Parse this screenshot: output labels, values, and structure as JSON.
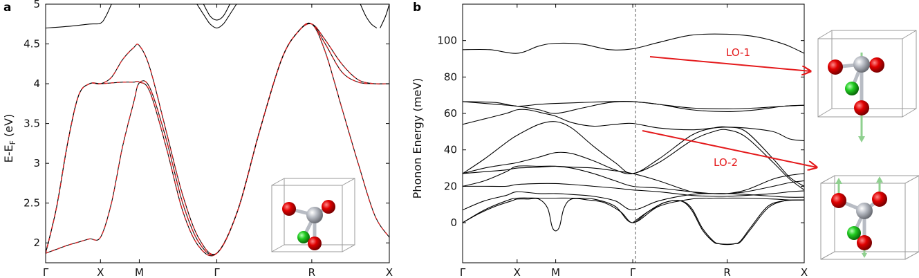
{
  "panel_a": {
    "letter": "a",
    "ylabel_main": "E-E",
    "ylabel_sub": "F",
    "ylabel_unit": " (eV)"
  },
  "panel_b": {
    "letter": "b",
    "ylabel": "Phonon Energy (meV)",
    "annotations": [
      "LO-1",
      "LO-2"
    ]
  },
  "colors": {
    "band": "#000000",
    "fit": "#d62728",
    "arrow": "#e41a1c",
    "red_atom": "#dd0000",
    "green_atom": "#22cc22",
    "grey_atom": "#b8bcc4"
  },
  "chart_data": [
    {
      "type": "line",
      "title": "",
      "xlabel": "",
      "ylabel": "E-E_F (eV)",
      "x_ticks": [
        "Γ",
        "X",
        "M",
        "Γ",
        "R",
        "X"
      ],
      "x_positions": [
        0,
        0.5,
        0.854,
        1.561,
        2.427,
        3.134
      ],
      "ylim": [
        1.75,
        5
      ],
      "y_ticks": [
        "5",
        "4.5",
        "4",
        "3.5",
        "3",
        "2.5",
        "2"
      ],
      "y_tick_values": [
        5,
        4.5,
        4,
        3.5,
        3,
        2.5,
        2
      ],
      "grid": false,
      "series": [
        {
          "style": "band+fit",
          "x": [
            0,
            0.1,
            0.2,
            0.3,
            0.4,
            0.5,
            0.6,
            0.7,
            0.8,
            0.854,
            0.95,
            1.1,
            1.25,
            1.4,
            1.561,
            1.75,
            1.95,
            2.15,
            2.3,
            2.427,
            2.55,
            2.7,
            2.85,
            3.0,
            3.134
          ],
          "y": [
            1.87,
            2.45,
            3.25,
            3.85,
            4.0,
            4.0,
            4.01,
            4.02,
            4.02,
            4.02,
            3.9,
            3.2,
            2.4,
            1.95,
            1.87,
            2.4,
            3.4,
            4.3,
            4.65,
            4.75,
            4.5,
            4.15,
            4.02,
            4.0,
            4.0
          ]
        },
        {
          "style": "band+fit",
          "x": [
            0,
            0.1,
            0.2,
            0.3,
            0.4,
            0.5,
            0.6,
            0.7,
            0.8,
            0.854,
            0.95,
            1.1,
            1.25,
            1.4,
            1.561,
            1.75,
            1.95,
            2.15,
            2.3,
            2.427,
            2.55,
            2.7,
            2.85,
            3.0,
            3.134
          ],
          "y": [
            1.87,
            2.45,
            3.25,
            3.85,
            4.0,
            4.0,
            4.08,
            4.3,
            4.45,
            4.48,
            4.2,
            3.4,
            2.6,
            2.05,
            1.87,
            2.4,
            3.4,
            4.3,
            4.65,
            4.75,
            4.55,
            4.25,
            4.05,
            4.0,
            4.0
          ]
        },
        {
          "style": "band+fit",
          "x": [
            0,
            0.1,
            0.2,
            0.3,
            0.4,
            0.5,
            0.6,
            0.7,
            0.8,
            0.854,
            0.95,
            1.1,
            1.25,
            1.4,
            1.561,
            1.75,
            1.95,
            2.15,
            2.3,
            2.427,
            2.55,
            2.7,
            2.85,
            3.0,
            3.134
          ],
          "y": [
            1.87,
            1.92,
            1.97,
            2.01,
            2.05,
            2.07,
            2.5,
            3.2,
            3.75,
            4.01,
            3.95,
            3.3,
            2.5,
            2.0,
            1.87,
            2.4,
            3.4,
            4.3,
            4.65,
            4.75,
            4.4,
            3.7,
            3.0,
            2.35,
            2.07
          ]
        },
        {
          "style": "band",
          "x": [
            0,
            0.2,
            0.4,
            0.5,
            0.55,
            0.6
          ],
          "y": [
            4.7,
            4.72,
            4.75,
            4.76,
            4.85,
            5.0
          ]
        },
        {
          "style": "band",
          "x": [
            1.38,
            1.45,
            1.5,
            1.561,
            1.62,
            1.67,
            1.74
          ],
          "y": [
            5.0,
            4.85,
            4.75,
            4.7,
            4.75,
            4.85,
            5.0
          ]
        },
        {
          "style": "band",
          "x": [
            1.44,
            1.5,
            1.561,
            1.62,
            1.68
          ],
          "y": [
            5.0,
            4.85,
            4.8,
            4.85,
            5.0
          ]
        },
        {
          "style": "band",
          "x": [
            2.87,
            2.92,
            2.97,
            3.02
          ],
          "y": [
            5.0,
            4.85,
            4.75,
            4.7
          ]
        },
        {
          "style": "band",
          "x": [
            3.05,
            3.1,
            3.134
          ],
          "y": [
            4.7,
            4.85,
            5.0
          ]
        }
      ]
    },
    {
      "type": "line",
      "title": "",
      "xlabel": "",
      "ylabel": "Phonon Energy (meV)",
      "x_ticks": [
        "Γ",
        "X",
        "M",
        "Γ",
        "R",
        "X"
      ],
      "x_positions": [
        0,
        0.5,
        0.854,
        1.561,
        2.427,
        3.134
      ],
      "ylim": [
        -22,
        120
      ],
      "y_ticks": [
        "100",
        "80",
        "60",
        "40",
        "20",
        "0"
      ],
      "y_tick_values": [
        100,
        80,
        60,
        40,
        20,
        0
      ],
      "grid": false,
      "vline_at": 1.561,
      "series": [
        {
          "x": [
            0,
            0.25,
            0.5,
            0.7,
            0.854,
            1.1,
            1.35,
            1.561,
            1.8,
            2.1,
            2.427,
            2.7,
            2.95,
            3.134
          ],
          "y": [
            95,
            95,
            93,
            97,
            98.5,
            98,
            95,
            95.5,
            99,
            103,
            103.5,
            102,
            98,
            93
          ]
        },
        {
          "x": [
            0,
            0.3,
            0.5,
            0.7,
            0.854,
            1.1,
            1.35,
            1.561,
            1.8,
            2.1,
            2.427,
            2.7,
            2.95,
            3.134
          ],
          "y": [
            66.5,
            66,
            64,
            65,
            65.5,
            66,
            66.5,
            66.5,
            65,
            62,
            61,
            62,
            64,
            64.5
          ]
        },
        {
          "x": [
            0,
            0.3,
            0.5,
            0.7,
            0.854,
            1.1,
            1.35,
            1.561,
            1.8,
            2.1,
            2.427,
            2.7,
            2.95,
            3.134
          ],
          "y": [
            66.5,
            65,
            64,
            62,
            60,
            63,
            66,
            66.5,
            65,
            63,
            62.5,
            63,
            64,
            64.5
          ]
        },
        {
          "x": [
            0,
            0.2,
            0.4,
            0.5,
            0.6,
            0.75,
            0.854,
            1.0,
            1.2,
            1.4,
            1.561,
            1.8,
            2.1,
            2.3,
            2.427,
            2.6,
            2.85,
            3.0,
            3.134
          ],
          "y": [
            54,
            57,
            60,
            62,
            62,
            60,
            58.5,
            55,
            53,
            54,
            54.5,
            52,
            51,
            52,
            52.5,
            52,
            50,
            46,
            45
          ]
        },
        {
          "x": [
            0,
            0.2,
            0.4,
            0.5,
            0.7,
            0.854,
            1.0,
            1.2,
            1.4,
            1.561,
            1.8,
            2.1,
            2.3,
            2.427,
            2.6,
            2.85,
            3.0,
            3.134
          ],
          "y": [
            27,
            35,
            44,
            48,
            54,
            55.5,
            52,
            42,
            33,
            27,
            35,
            48,
            52,
            52.5,
            50,
            35,
            25,
            20
          ]
        },
        {
          "x": [
            0,
            0.2,
            0.4,
            0.5,
            0.7,
            0.854,
            1.0,
            1.2,
            1.4,
            1.561,
            1.8,
            2.1,
            2.3,
            2.427,
            2.6,
            2.85,
            3.0,
            3.134
          ],
          "y": [
            27,
            30,
            32,
            33,
            36,
            38.5,
            38,
            34,
            29,
            27,
            33,
            45,
            50,
            51,
            47,
            33,
            24,
            18
          ]
        },
        {
          "x": [
            0,
            0.2,
            0.4,
            0.5,
            0.7,
            0.854,
            1.0,
            1.2,
            1.4,
            1.561,
            1.8,
            2.1,
            2.3,
            2.427,
            2.6,
            2.85,
            3.0,
            3.134
          ],
          "y": [
            27,
            28,
            29,
            30,
            30.5,
            31,
            30.5,
            30,
            28.5,
            27,
            23,
            17,
            16,
            16,
            18,
            24,
            26,
            27
          ]
        },
        {
          "x": [
            0,
            0.2,
            0.4,
            0.5,
            0.7,
            0.854,
            1.0,
            1.2,
            1.4,
            1.561,
            1.8,
            2.1,
            2.3,
            2.427,
            2.6,
            2.85,
            3.0,
            3.134
          ],
          "y": [
            20,
            23,
            28,
            31,
            31,
            31,
            30,
            27,
            23,
            20,
            19,
            17,
            16,
            16,
            17,
            20,
            22,
            23
          ]
        },
        {
          "x": [
            0,
            0.2,
            0.4,
            0.5,
            0.7,
            0.854,
            1.0,
            1.2,
            1.4,
            1.561,
            1.8,
            2.1,
            2.3,
            2.427,
            2.6,
            2.85,
            3.0,
            3.134
          ],
          "y": [
            20,
            20,
            20,
            21,
            21.5,
            21.5,
            21,
            20,
            19,
            18,
            17,
            15,
            14.5,
            14.5,
            15,
            16,
            17,
            17.5
          ]
        },
        {
          "x": [
            0,
            0.2,
            0.4,
            0.5,
            0.7,
            0.854,
            1.0,
            1.2,
            1.4,
            1.561,
            1.8,
            2.1,
            2.3,
            2.427,
            2.6,
            2.85,
            3.0,
            3.134
          ],
          "y": [
            7,
            12,
            15,
            17,
            16,
            16,
            15.5,
            14.5,
            12,
            7,
            12,
            15.5,
            16,
            16,
            15.5,
            14.5,
            14,
            14
          ]
        },
        {
          "x": [
            0,
            0.2,
            0.4,
            0.5,
            0.7,
            0.854,
            1.0,
            1.2,
            1.4,
            1.561,
            1.8,
            2.1,
            2.3,
            2.427,
            2.6,
            2.85,
            3.0,
            3.134
          ],
          "y": [
            0,
            7,
            12,
            13.5,
            13.5,
            13.5,
            13.5,
            13,
            9,
            0,
            9,
            13,
            13.5,
            13.5,
            13.5,
            13,
            12.5,
            12.5
          ]
        },
        {
          "x": [
            0,
            0.15,
            0.3,
            0.45,
            0.5,
            0.6,
            0.7,
            0.78,
            0.82,
            0.854,
            0.89,
            0.93,
            1.0,
            1.15,
            1.3,
            1.45,
            1.561,
            1.7,
            1.85,
            2.0,
            2.1,
            2.2,
            2.3,
            2.35,
            2.427,
            2.5,
            2.55,
            2.65,
            2.8,
            2.95,
            3.134
          ],
          "y": [
            0,
            5,
            9,
            12,
            13,
            13,
            13,
            8,
            -2,
            -4.5,
            -2,
            8,
            13,
            12.5,
            11,
            6,
            0,
            6,
            11,
            12,
            8,
            -3,
            -10,
            -11.5,
            -12,
            -11.5,
            -10,
            -2,
            9,
            12,
            12.5
          ]
        },
        {
          "x": [
            1.561,
            1.7,
            1.85,
            2.0,
            2.1,
            2.2,
            2.3,
            2.35,
            2.427,
            2.5,
            2.55,
            2.65,
            2.8,
            2.95,
            3.134
          ],
          "y": [
            0,
            6,
            11,
            12,
            7,
            -4,
            -10.5,
            -11.5,
            -11.8,
            -11.5,
            -10.5,
            -3,
            8,
            12,
            12.5
          ]
        }
      ]
    }
  ]
}
